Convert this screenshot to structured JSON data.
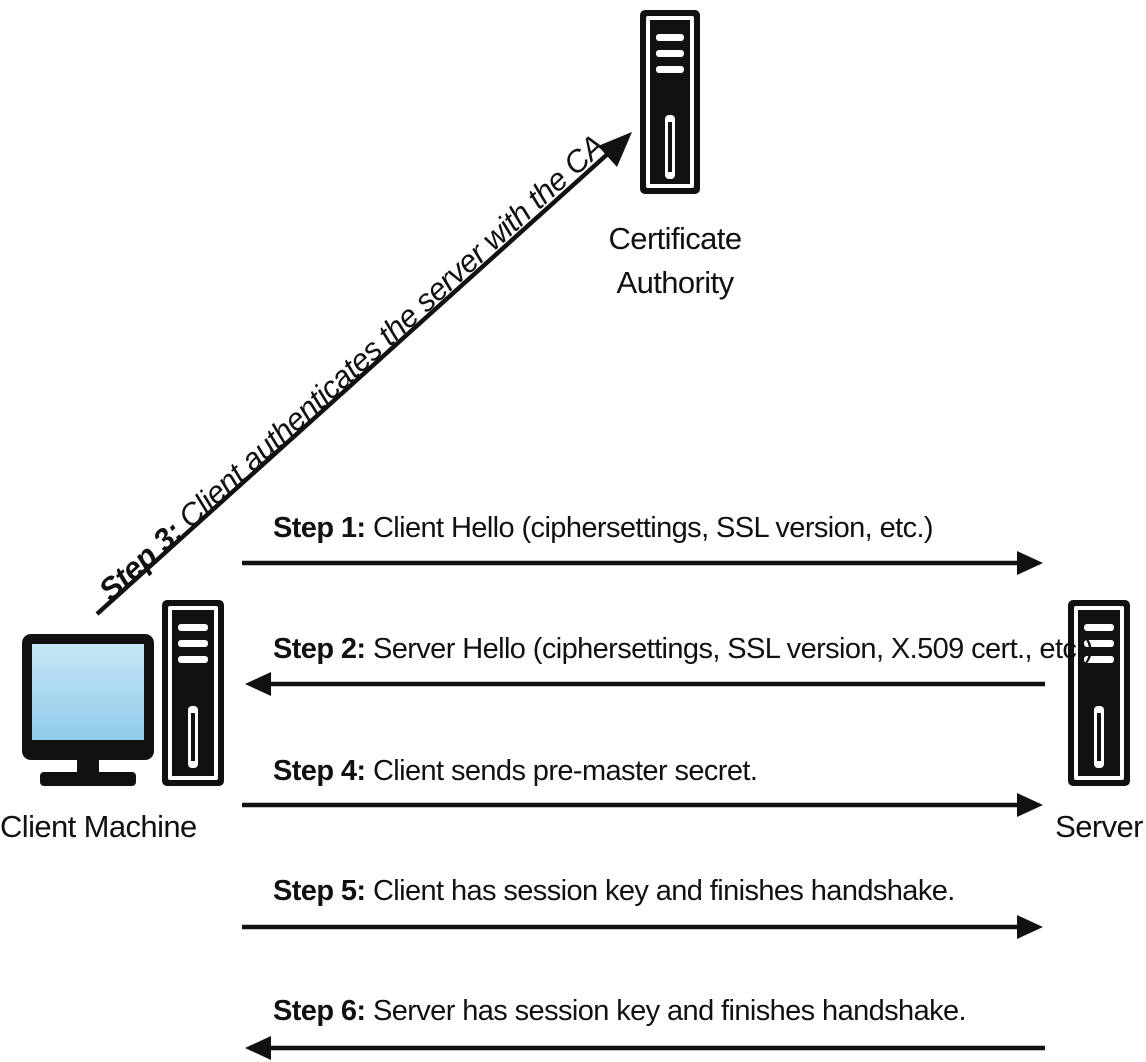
{
  "nodes": {
    "certificate_authority": {
      "label_line1": "Certificate",
      "label_line2": "Authority",
      "icon": "server-tower-icon"
    },
    "client_machine": {
      "label": "Client Machine",
      "icons": [
        "monitor-icon",
        "server-tower-icon"
      ]
    },
    "server": {
      "label": "Server",
      "icon": "server-tower-icon"
    }
  },
  "steps": [
    {
      "prefix": "Step 1:",
      "text": " Client Hello (ciphersettings, SSL version, etc.)",
      "direction": "client-to-server"
    },
    {
      "prefix": "Step 2:",
      "text": " Server Hello (ciphersettings, SSL version, X.509 cert., etc.)",
      "direction": "server-to-client"
    },
    {
      "prefix": "Step 3:",
      "text": " Client authenticates the server with the CA.",
      "direction": "client-to-ca"
    },
    {
      "prefix": "Step 4:",
      "text": " Client sends pre-master secret.",
      "direction": "client-to-server"
    },
    {
      "prefix": "Step 5:",
      "text": " Client has session key and finishes handshake.",
      "direction": "client-to-server"
    },
    {
      "prefix": "Step 6:",
      "text": " Server has session key and finishes handshake.",
      "direction": "server-to-client"
    }
  ],
  "colors": {
    "ink": "#111111",
    "screen": "#9fd3ee",
    "background": "#ffffff"
  }
}
